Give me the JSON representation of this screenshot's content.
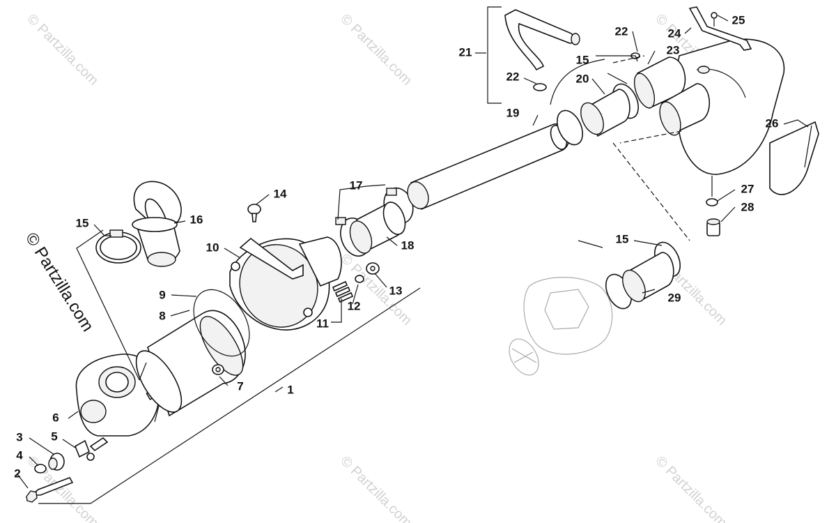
{
  "watermark": {
    "text": "© Partzilla.com",
    "color": "#d2d2d2",
    "side_text": "© Partzilla.com"
  },
  "callouts": {
    "n1": "1",
    "n2": "2",
    "n3": "3",
    "n4": "4",
    "n5": "5",
    "n6": "6",
    "n7": "7",
    "n8": "8",
    "n9": "9",
    "n10": "10",
    "n11": "11",
    "n12": "12",
    "n13": "13",
    "n14": "14",
    "n15a": "15",
    "n15b": "15",
    "n15c": "15",
    "n16": "16",
    "n17": "17",
    "n18": "18",
    "n19": "19",
    "n20": "20",
    "n21": "21",
    "n22a": "22",
    "n22b": "22",
    "n23": "23",
    "n24": "24",
    "n25": "25",
    "n26": "26",
    "n27": "27",
    "n28": "28",
    "n29": "29"
  }
}
